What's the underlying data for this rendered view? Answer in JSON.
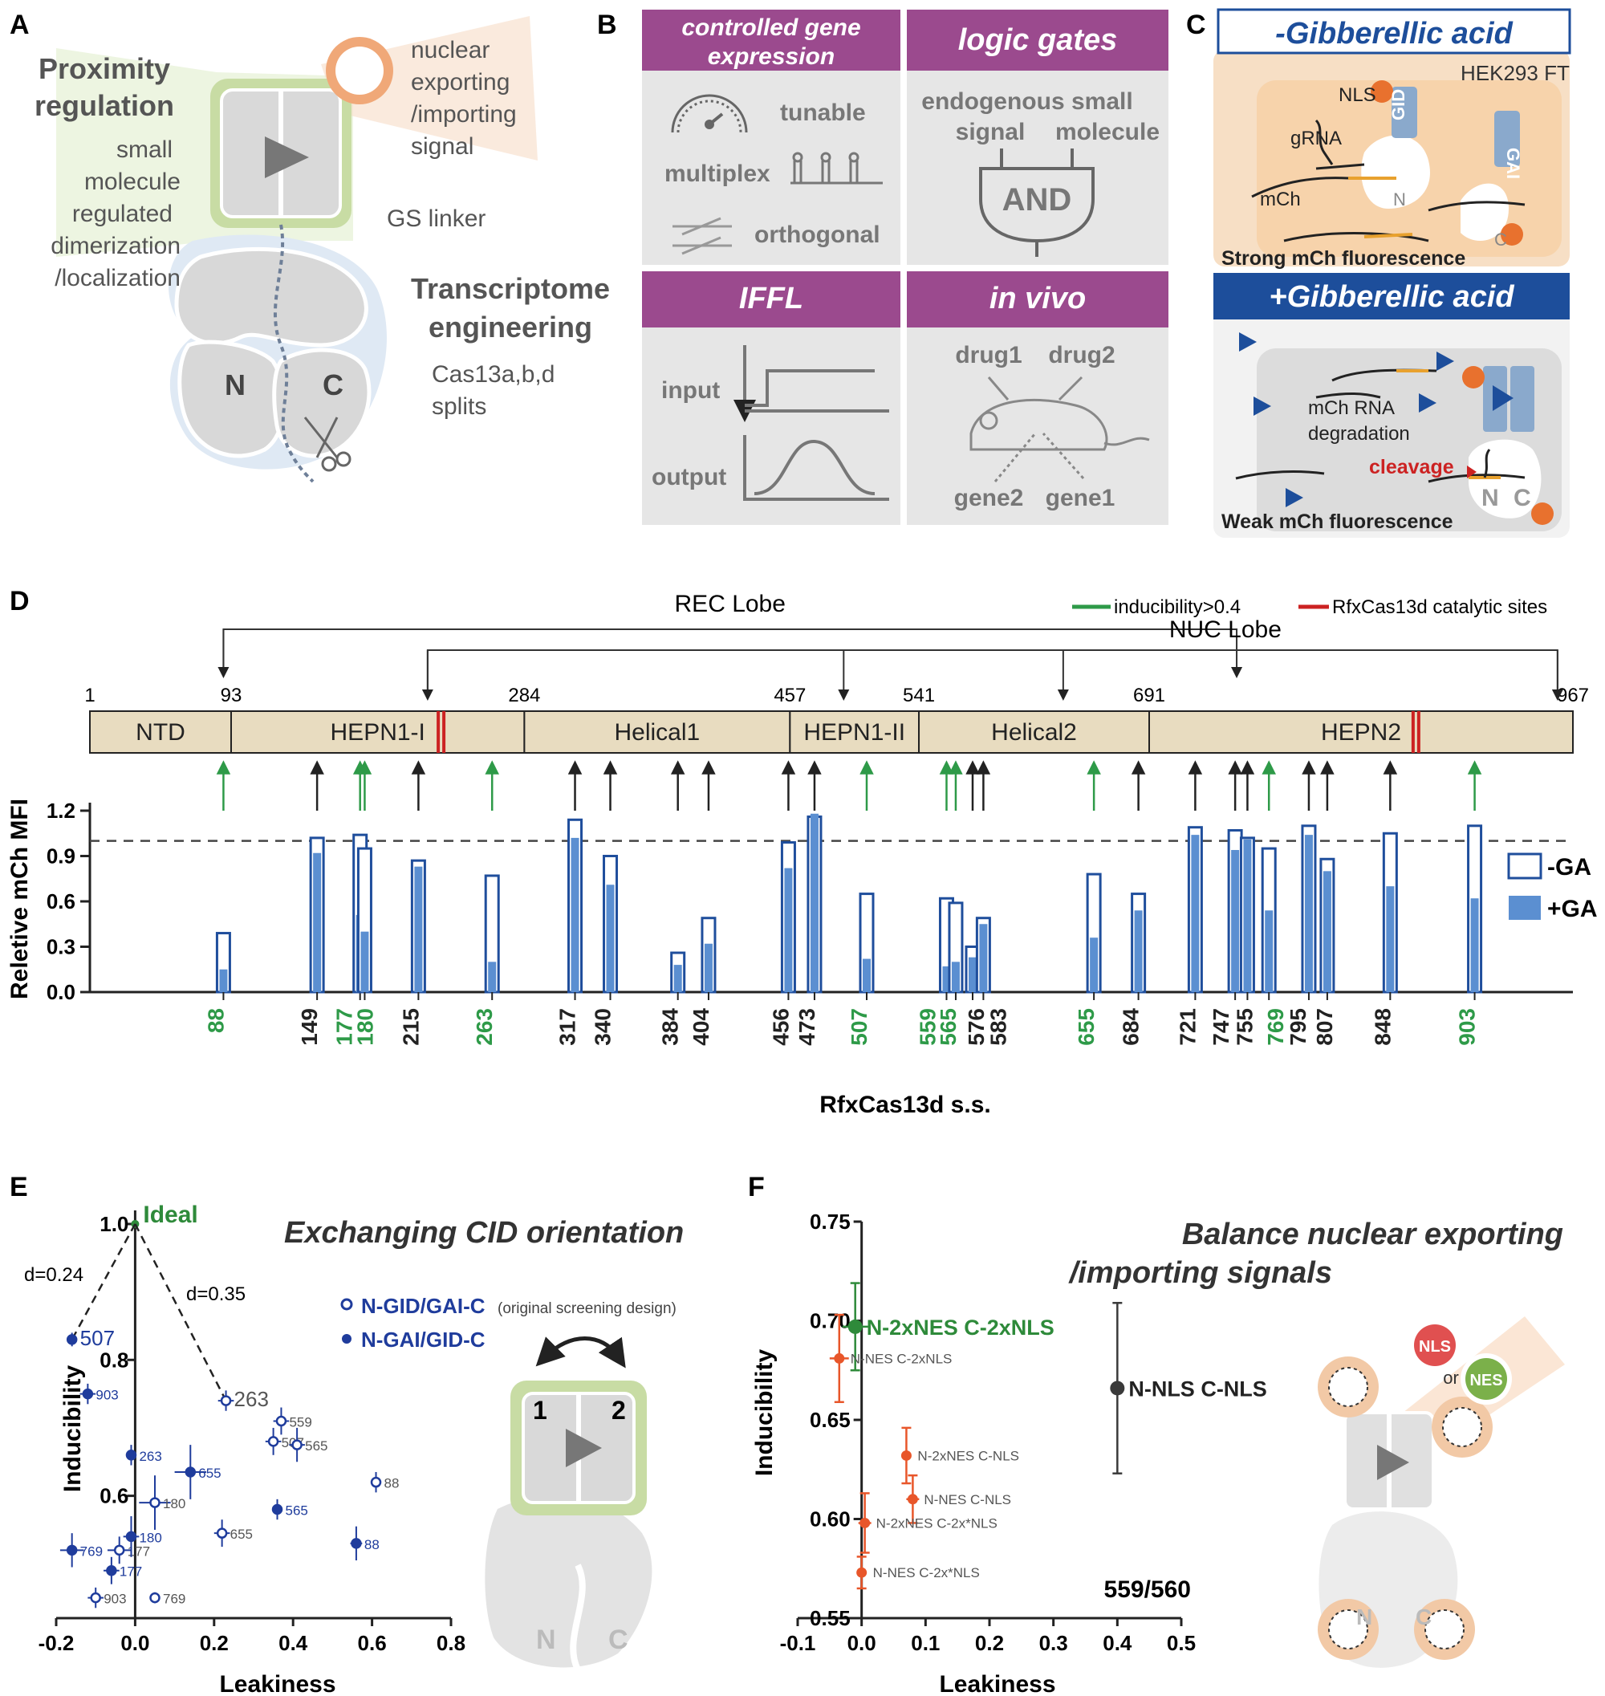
{
  "panel_letters": {
    "A": "A",
    "B": "B",
    "C": "C",
    "D": "D",
    "E": "E",
    "F": "F"
  },
  "colors": {
    "purple": "#9b4a8e",
    "green_arrow": "#2e9a48",
    "red_site": "#cc2222",
    "bar_blue": "#1f4e9c",
    "bar_fill": "#5b8fd1",
    "domain_fill": "#e8dcc0",
    "navy": "#1d4e9b",
    "orange": "#e8712e",
    "orange_soft": "#f2c9a6",
    "green_box": "#b9d58c",
    "f_green": "#2e8a3a",
    "f_orange": "#e8562a",
    "f_gray": "#3a3a3a"
  },
  "panelA": {
    "proximity": [
      "Proximity",
      "regulation"
    ],
    "small_molecule": [
      "small",
      "molecule",
      "regulated",
      "dimerization",
      "/localization"
    ],
    "nuclear": [
      "nuclear",
      "exporting",
      "/importing",
      "signal"
    ],
    "gs_linker": "GS linker",
    "transcriptome": [
      "Transcriptome",
      "engineering"
    ],
    "cas13": [
      "Cas13a,b,d",
      "splits"
    ],
    "n": "N",
    "c": "C"
  },
  "panelB": {
    "box1_title": [
      "controlled gene",
      "expression"
    ],
    "tunable": "tunable",
    "multiplex": "multiplex",
    "orthogonal": "orthogonal",
    "box2_title": "logic gates",
    "endogenous": "endogenous small",
    "signal": "signal",
    "molecule": "molecule",
    "and": "AND",
    "box3_title": "IFFL",
    "input": "input",
    "output": "output",
    "box4_title": "in vivo",
    "drug1": "drug1",
    "drug2": "drug2",
    "gene2": "gene2",
    "gene1": "gene1"
  },
  "panelC": {
    "minus_title": "-Gibberellic acid",
    "cell": "HEK293 FT",
    "nls": "NLS",
    "gid": "GID",
    "gai": "GAI",
    "grna": "gRNA",
    "mch": "mCh",
    "n": "N",
    "c": "C",
    "strong": "Strong mCh fluorescence",
    "plus_title": "+Gibberellic acid",
    "mch_rna": "mCh RNA",
    "degradation": "degradation",
    "cleavage": "cleavage",
    "weak": "Weak mCh fluorescence"
  },
  "panelD": {
    "rec_lobe": "REC Lobe",
    "nuc_lobe": "NUC Lobe",
    "legend_green": "inducibility>0.4",
    "legend_red": "RfxCas13d catalytic sites",
    "positions": [
      "1",
      "93",
      "284",
      "457",
      "541",
      "691",
      "967"
    ],
    "domains": [
      {
        "name": "NTD",
        "start": 1,
        "end": 93
      },
      {
        "name": "HEPN1-I",
        "start": 93,
        "end": 284
      },
      {
        "name": "Helical1",
        "start": 284,
        "end": 457
      },
      {
        "name": "HEPN1-II",
        "start": 457,
        "end": 541
      },
      {
        "name": "Helical2",
        "start": 541,
        "end": 691
      },
      {
        "name": "HEPN2",
        "start": 691,
        "end": 967
      }
    ],
    "catalytic_sites": [
      230,
      865
    ],
    "ylabel": "Reletive mCh MFI",
    "xlabel": "RfxCas13d s.s.",
    "legend_minus": "-GA",
    "legend_plus": "+GA"
  },
  "chart_data": [
    {
      "type": "bar",
      "panel": "D",
      "categories": [
        "88",
        "149",
        "177",
        "180",
        "215",
        "263",
        "317",
        "340",
        "384",
        "404",
        "456",
        "473",
        "507",
        "559",
        "565",
        "576",
        "583",
        "655",
        "684",
        "721",
        "747",
        "755",
        "769",
        "795",
        "807",
        "848",
        "903"
      ],
      "green_sites": [
        "88",
        "177",
        "180",
        "263",
        "507",
        "559",
        "565",
        "655",
        "769",
        "903"
      ],
      "series": [
        {
          "name": "-GA",
          "values": [
            0.39,
            1.02,
            1.04,
            0.95,
            0.87,
            0.77,
            1.14,
            0.9,
            0.26,
            0.49,
            0.99,
            1.16,
            0.65,
            0.62,
            0.59,
            0.3,
            0.49,
            0.78,
            0.65,
            1.09,
            1.07,
            1.02,
            0.95,
            1.1,
            0.88,
            1.05,
            1.1
          ]
        },
        {
          "name": "+GA",
          "values": [
            0.15,
            0.92,
            0.51,
            0.4,
            0.83,
            0.2,
            1.02,
            0.71,
            0.18,
            0.32,
            0.82,
            1.18,
            0.22,
            0.17,
            0.2,
            0.23,
            0.45,
            0.36,
            0.54,
            1.04,
            0.94,
            1.01,
            0.54,
            1.04,
            0.8,
            0.7,
            0.62
          ]
        }
      ],
      "ylim": [
        0,
        1.2
      ],
      "yticks": [
        "0.0",
        "0.3",
        "0.6",
        "0.9",
        "1.2"
      ],
      "reference_line": 1.0,
      "xlabel": "RfxCas13d s.s.",
      "ylabel": "Reletive mCh MFI"
    },
    {
      "type": "scatter",
      "panel": "E",
      "title": "Exchanging CID orientation",
      "xlabel": "Leakiness",
      "ylabel": "Inducibility",
      "xlim": [
        -0.2,
        0.8
      ],
      "ylim": [
        0.42,
        1.02
      ],
      "xticks": [
        "-0.2",
        "0.0",
        "0.2",
        "0.4",
        "0.6",
        "0.8"
      ],
      "yticks": [
        {
          "v": 0.6,
          "t": "0.6"
        },
        {
          "v": 0.8,
          "t": "0.8"
        },
        {
          "v": 1.0,
          "t": "1.0"
        }
      ],
      "ideal": {
        "label": "Ideal",
        "x": 0,
        "y": 1.0
      },
      "distances": [
        "d=0.24",
        "d=0.35"
      ],
      "series": [
        {
          "name": "N-GID/GAI-C",
          "note": "(original screening design)",
          "marker": "open",
          "points": [
            {
              "label": "263",
              "x": 0.23,
              "y": 0.74,
              "xe": 0.02,
              "ye": 0.015
            },
            {
              "label": "559",
              "x": 0.37,
              "y": 0.71,
              "xe": 0.02,
              "ye": 0.02
            },
            {
              "label": "507",
              "x": 0.35,
              "y": 0.68,
              "xe": 0.02,
              "ye": 0.02
            },
            {
              "label": "565",
              "x": 0.41,
              "y": 0.675,
              "xe": 0.02,
              "ye": 0.025
            },
            {
              "label": "88",
              "x": 0.61,
              "y": 0.62,
              "xe": 0.01,
              "ye": 0.015
            },
            {
              "label": "180",
              "x": 0.05,
              "y": 0.59,
              "xe": 0.04,
              "ye": 0.04
            },
            {
              "label": "655",
              "x": 0.22,
              "y": 0.545,
              "xe": 0.02,
              "ye": 0.02
            },
            {
              "label": "177",
              "x": -0.04,
              "y": 0.52,
              "xe": 0.03,
              "ye": 0.02
            },
            {
              "label": "903",
              "x": -0.1,
              "y": 0.45,
              "xe": 0.02,
              "ye": 0.015
            },
            {
              "label": "769",
              "x": 0.05,
              "y": 0.45,
              "xe": 0.01,
              "ye": 0.008
            }
          ]
        },
        {
          "name": "N-GAI/GID-C",
          "marker": "filled",
          "points": [
            {
              "label": "507",
              "x": -0.16,
              "y": 0.83,
              "xe": 0.01,
              "ye": 0.01
            },
            {
              "label": "903",
              "x": -0.12,
              "y": 0.75,
              "xe": 0.02,
              "ye": 0.015
            },
            {
              "label": "263",
              "x": -0.01,
              "y": 0.66,
              "xe": 0.01,
              "ye": 0.015
            },
            {
              "label": "655",
              "x": 0.14,
              "y": 0.635,
              "xe": 0.04,
              "ye": 0.04
            },
            {
              "label": "565",
              "x": 0.36,
              "y": 0.58,
              "xe": 0.01,
              "ye": 0.015
            },
            {
              "label": "88",
              "x": 0.56,
              "y": 0.53,
              "xe": 0.015,
              "ye": 0.025
            },
            {
              "label": "180",
              "x": -0.01,
              "y": 0.54,
              "xe": 0.02,
              "ye": 0.03
            },
            {
              "label": "769",
              "x": -0.16,
              "y": 0.52,
              "xe": 0.03,
              "ye": 0.025
            },
            {
              "label": "177",
              "x": -0.06,
              "y": 0.49,
              "xe": 0.02,
              "ye": 0.02
            }
          ]
        }
      ],
      "schematic": {
        "one": "1",
        "two": "2",
        "n": "N",
        "c": "C"
      }
    },
    {
      "type": "scatter",
      "panel": "F",
      "title": [
        "Balance nuclear exporting",
        "/importing signals"
      ],
      "xlabel": "Leakiness",
      "ylabel": "Inducibility",
      "xlim": [
        -0.1,
        0.5
      ],
      "ylim": [
        0.55,
        0.75
      ],
      "xticks": [
        "-0.1",
        "0.0",
        "0.1",
        "0.2",
        "0.3",
        "0.4",
        "0.5"
      ],
      "yticks": [
        "0.55",
        "0.60",
        "0.65",
        "0.70",
        "0.75"
      ],
      "corner_label": "559/560",
      "points": [
        {
          "label": "N-2xNES C-2xNLS",
          "x": -0.01,
          "y": 0.697,
          "xe": 0.02,
          "ye": 0.022,
          "group": "best"
        },
        {
          "label": "N-NES C-2xNLS",
          "x": -0.035,
          "y": 0.681,
          "xe": 0.015,
          "ye": 0.022,
          "group": "other"
        },
        {
          "label": "N-NLS C-NLS",
          "x": 0.4,
          "y": 0.666,
          "xe": 0.01,
          "ye": 0.043,
          "group": "ref"
        },
        {
          "label": "N-2xNES C-NLS",
          "x": 0.07,
          "y": 0.632,
          "xe": 0.005,
          "ye": 0.014,
          "group": "other"
        },
        {
          "label": "N-NES C-NLS",
          "x": 0.08,
          "y": 0.61,
          "xe": 0.01,
          "ye": 0.012,
          "group": "other"
        },
        {
          "label": "N-2xNES C-2x*NLS",
          "x": 0.005,
          "y": 0.598,
          "xe": 0.01,
          "ye": 0.015,
          "group": "other"
        },
        {
          "label": "N-NES C-2x*NLS",
          "x": 0.0,
          "y": 0.573,
          "xe": 0.005,
          "ye": 0.008,
          "group": "other"
        }
      ],
      "schematic": {
        "nls": "NLS",
        "or": "or",
        "nes": "NES",
        "n": "N",
        "c": "C"
      }
    }
  ]
}
